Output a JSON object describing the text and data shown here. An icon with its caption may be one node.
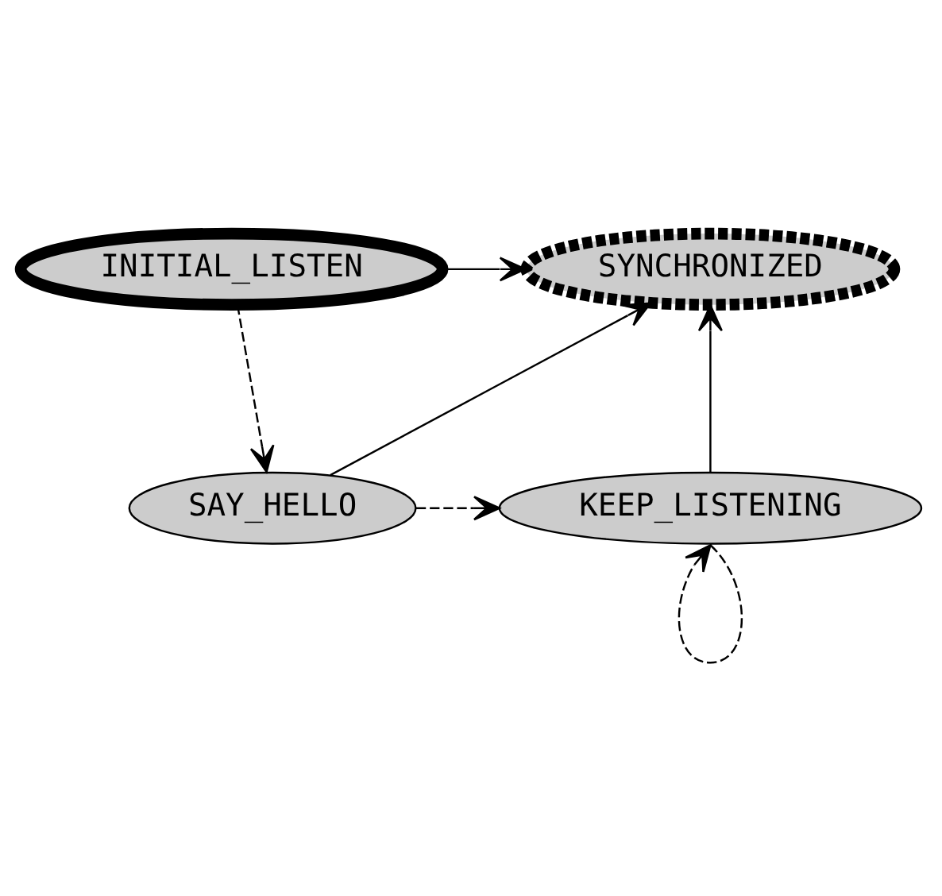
{
  "diagram": {
    "nodes": [
      {
        "text": [
          "INITIAL_LISTEN"
        ]
      },
      {
        "text": [
          "SYNCHRONIZED"
        ]
      },
      {
        "text": [
          "SAY_HELLO"
        ]
      },
      {
        "text": [
          "KEEP_LISTENING"
        ]
      }
    ],
    "edges": [
      {
        "from": 0,
        "to": 1,
        "arrow": "to"
      },
      {
        "from": 0,
        "to": 2,
        "arrow": "to",
        "style": "dashed"
      },
      {
        "from": 2,
        "to": 1,
        "arrow": "to"
      },
      {
        "from": 3,
        "to": 1,
        "arrow": "to"
      },
      {
        "from": 2,
        "to": 3,
        "arrow": "to",
        "style": "dashed"
      },
      {
        "from": 3,
        "to": 3,
        "arrow": "to",
        "style": "dashed"
      }
    ]
  }
}
